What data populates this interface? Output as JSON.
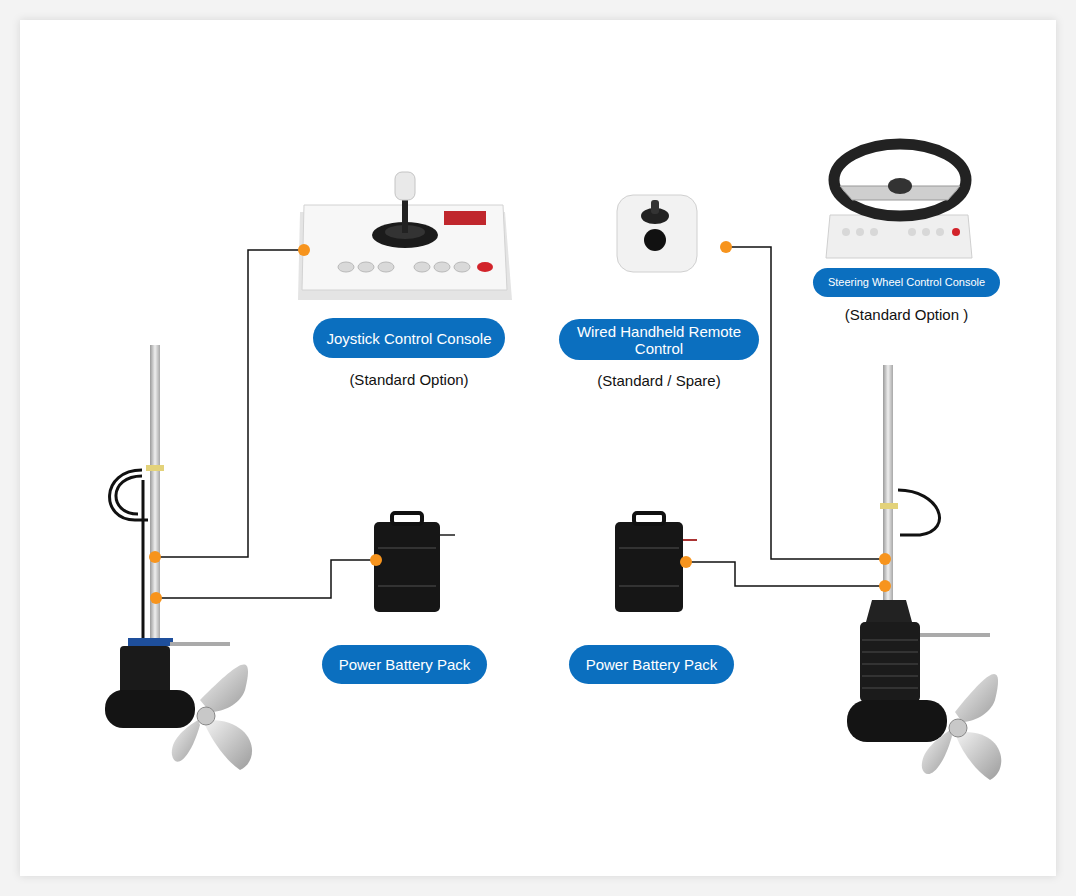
{
  "diagram": {
    "nodes": [
      {
        "text": [
          "Joystick Control Console",
          "(Standard Option)"
        ]
      },
      {
        "text": [
          "Wired Handheld Remote Control",
          "(Standard / Spare)"
        ]
      },
      {
        "text": [
          "Steering Wheel Control Console",
          "(Standard Option )"
        ]
      },
      {
        "text": [
          "Power Battery Pack"
        ]
      },
      {
        "text": [
          "Power Battery Pack"
        ]
      }
    ]
  }
}
